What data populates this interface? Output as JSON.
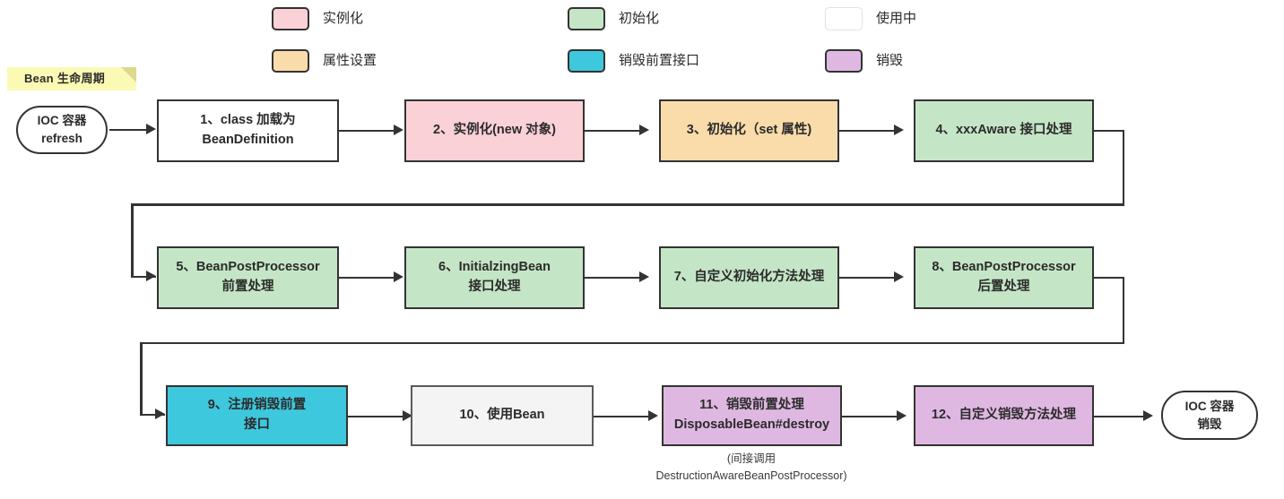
{
  "diagram": {
    "title": "Bean 生命周期",
    "banner_label": "Bean 生命周期"
  },
  "legend": {
    "items": [
      {
        "label": "实例化",
        "color": "#fad1d6",
        "border": "#333333",
        "col": 0,
        "row": 0
      },
      {
        "label": "属性设置",
        "color": "#fadcab",
        "border": "#333333",
        "col": 0,
        "row": 1
      },
      {
        "label": "初始化",
        "color": "#c5e6c6",
        "border": "#333333",
        "col": 1,
        "row": 0
      },
      {
        "label": "销毁前置接口",
        "color": "#3ec8de",
        "border": "#333333",
        "col": 1,
        "row": 1
      },
      {
        "label": "使用中",
        "color": "#ffffff",
        "border": "#e2e2e2",
        "col": 2,
        "row": 0
      },
      {
        "label": "销毁",
        "color": "#dfb8e2",
        "border": "#333333",
        "col": 2,
        "row": 1
      }
    ]
  },
  "nodes": {
    "start": {
      "line1": "IOC 容器",
      "line2": "refresh"
    },
    "end": {
      "line1": "IOC 容器",
      "line2": "销毁"
    },
    "steps": [
      {
        "id": 1,
        "line1": "1、class 加载为",
        "line2": "BeanDefinition",
        "color": "#ffffff"
      },
      {
        "id": 2,
        "line1": "2、实例化(new 对象)",
        "line2": "",
        "color": "#fad1d6"
      },
      {
        "id": 3,
        "line1": "3、初始化（set 属性)",
        "line2": "",
        "color": "#fadcab"
      },
      {
        "id": 4,
        "line1": "4、xxxAware 接口处理",
        "line2": "",
        "color": "#c5e6c6"
      },
      {
        "id": 5,
        "line1": "5、BeanPostProcessor",
        "line2": "前置处理",
        "color": "#c5e6c6"
      },
      {
        "id": 6,
        "line1": "6、InitialzingBean",
        "line2": "接口处理",
        "color": "#c5e6c6"
      },
      {
        "id": 7,
        "line1": "7、自定义初始化方法处理",
        "line2": "",
        "color": "#c5e6c6"
      },
      {
        "id": 8,
        "line1": "8、BeanPostProcessor",
        "line2": "后置处理",
        "color": "#c5e6c6"
      },
      {
        "id": 9,
        "line1": "9、注册销毁前置",
        "line2": "接口",
        "color": "#3ec8de"
      },
      {
        "id": 10,
        "line1": "10、使用Bean",
        "line2": "",
        "color": "#f4f4f4"
      },
      {
        "id": 11,
        "line1": "11、销毁前置处理",
        "line2": "DisposableBean#destroy",
        "color": "#dfb8e2"
      },
      {
        "id": 12,
        "line1": "12、自定义销毁方法处理",
        "line2": "",
        "color": "#dfb8e2"
      }
    ]
  },
  "annotations": {
    "step11_note_line1": "(间接调用",
    "step11_note_line2": "DestructionAwareBeanPostProcessor)"
  },
  "colors": {
    "stroke": "#333333",
    "banner_bg": "#fbfab5",
    "banner_fold": "#ddd98d",
    "text": "#2b2b2b"
  }
}
